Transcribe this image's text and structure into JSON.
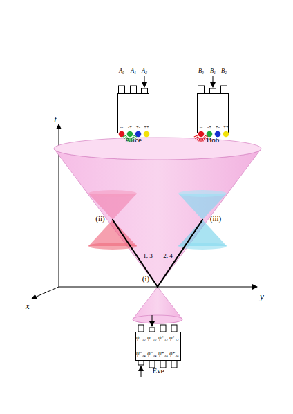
{
  "diagram": {
    "nodes": [
      {
        "text": [
          "Alice"
        ]
      },
      {
        "text": [
          "Bob"
        ]
      },
      {
        "text": [
          "Eve"
        ]
      }
    ],
    "labels": [
      "t",
      "y",
      "x",
      "(i)",
      "(ii)",
      "(iii)",
      "1, 3",
      "2, 4",
      "A₀",
      "A₁",
      "A₂",
      "--",
      "-+",
      "+-",
      "++",
      "B₀",
      "B₁",
      "B₂",
      "--",
      "-+",
      "+-",
      "++",
      "ψ⁻₁₂",
      "φ⁻₁₂",
      "ψ⁺₁₂",
      "φ⁺₁₂",
      "ψ⁻₃₄",
      "φ⁻₃₄",
      "ψ⁺₃₄",
      "φ⁺₃₄"
    ]
  }
}
